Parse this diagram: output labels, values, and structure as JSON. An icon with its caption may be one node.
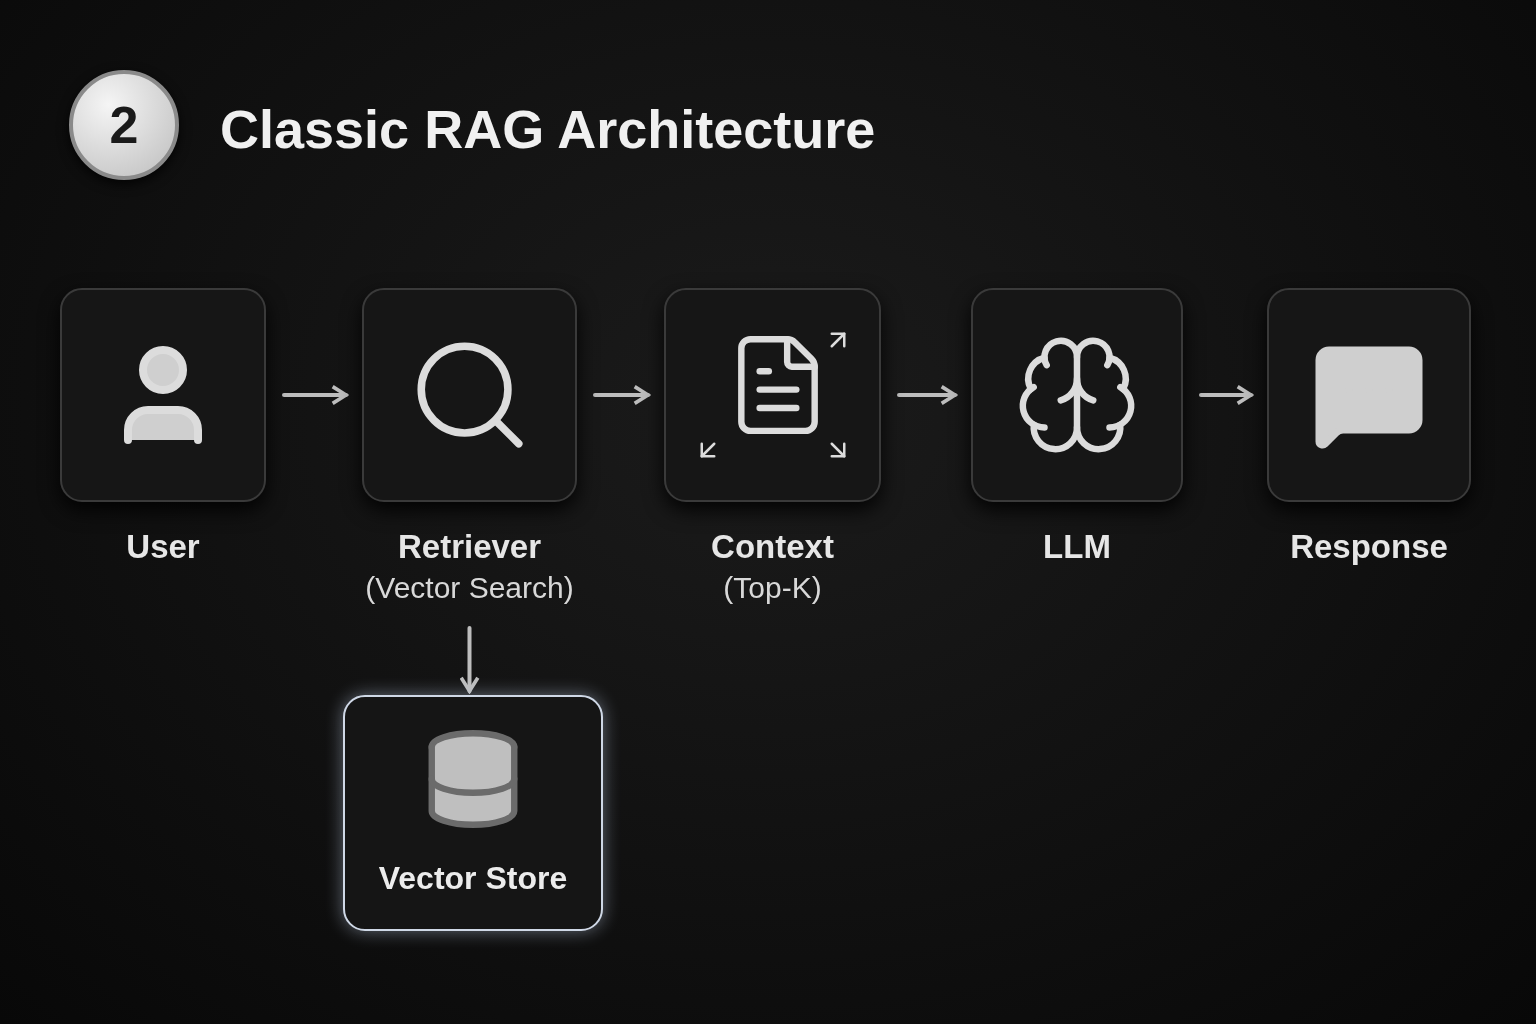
{
  "diagram": {
    "title": "Classic RAG Architecture",
    "nodes": [
      {
        "text": [
          "2"
        ]
      },
      {
        "text": [
          "User"
        ]
      },
      {
        "text": [
          "Retriever",
          "(Vector Search)"
        ]
      },
      {
        "text": [
          "Context",
          "(Top-K)"
        ]
      },
      {
        "text": [
          "LLM"
        ]
      },
      {
        "text": [
          "Response"
        ]
      },
      {
        "text": [
          "Vector Store"
        ]
      }
    ],
    "edges": [
      {
        "from": 1,
        "to": 2,
        "arrow": "to"
      },
      {
        "from": 2,
        "to": 3,
        "arrow": "to"
      },
      {
        "from": 3,
        "to": 4,
        "arrow": "to"
      },
      {
        "from": 4,
        "to": 5,
        "arrow": "to"
      },
      {
        "from": 2,
        "to": 6,
        "arrow": "to"
      }
    ]
  }
}
